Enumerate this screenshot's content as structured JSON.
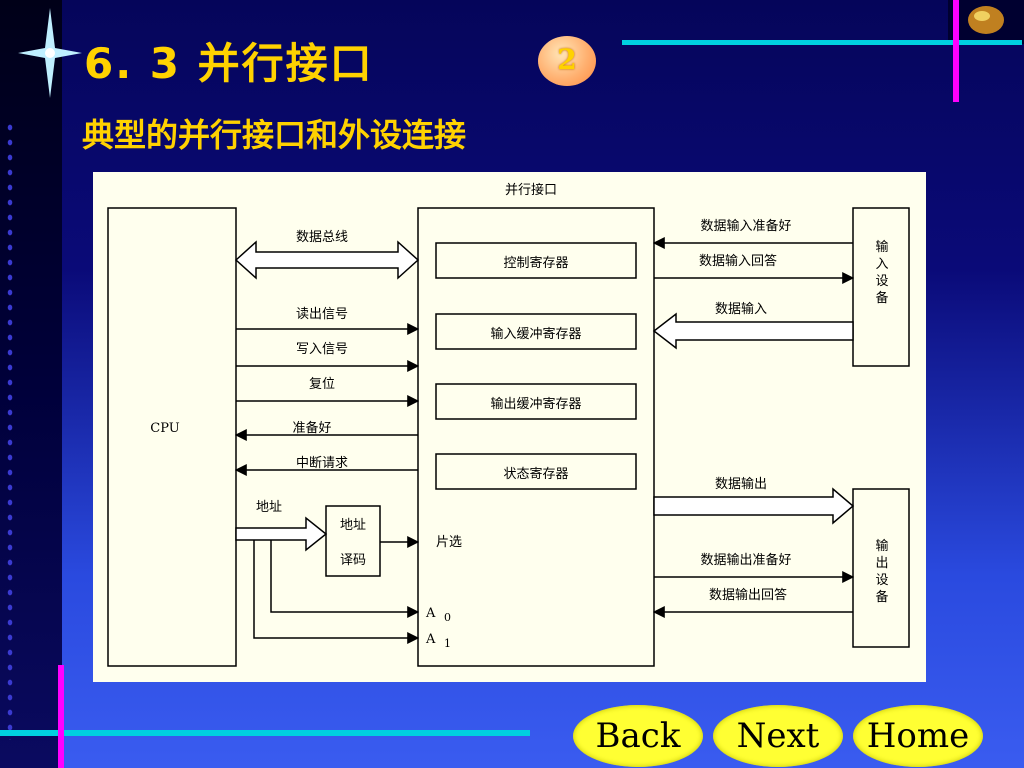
{
  "slide": {
    "title": "6. 3  并行接口",
    "subtitle": "典型的并行接口和外设连接",
    "page_number": "2"
  },
  "diagram": {
    "interface_title": "并行接口",
    "cpu_label": "CPU",
    "registers": [
      "控制寄存器",
      "输入缓冲寄存器",
      "输出缓冲寄存器",
      "状态寄存器"
    ],
    "cpu_signals": {
      "data_bus": "数据总线",
      "read": "读出信号",
      "write": "写入信号",
      "reset": "复位",
      "ready": "准备好",
      "interrupt": "中断请求",
      "address": "地址"
    },
    "decoder": {
      "line1": "地址",
      "line2": "译码"
    },
    "chip_select": "片选",
    "address_pins": [
      {
        "letter": "A",
        "sub": "0"
      },
      {
        "letter": "A",
        "sub": "1"
      }
    ],
    "input_device": {
      "label": [
        "输",
        "入",
        "设",
        "备"
      ],
      "signals": {
        "ready": "数据输入准备好",
        "ack": "数据输入回答",
        "data": "数据输入"
      }
    },
    "output_device": {
      "label": [
        "输",
        "出",
        "设",
        "备"
      ],
      "signals": {
        "data": "数据输出",
        "ready": "数据输出准备好",
        "ack": "数据输出回答"
      }
    }
  },
  "nav": {
    "back": "Back",
    "next": "Next",
    "home": "Home"
  },
  "colors": {
    "title": "#ffd200",
    "accent_cyan": "#00d0e0",
    "accent_magenta": "#ff00ff",
    "nav_button": "#ffff33",
    "diagram_bg": "#ffffee"
  }
}
